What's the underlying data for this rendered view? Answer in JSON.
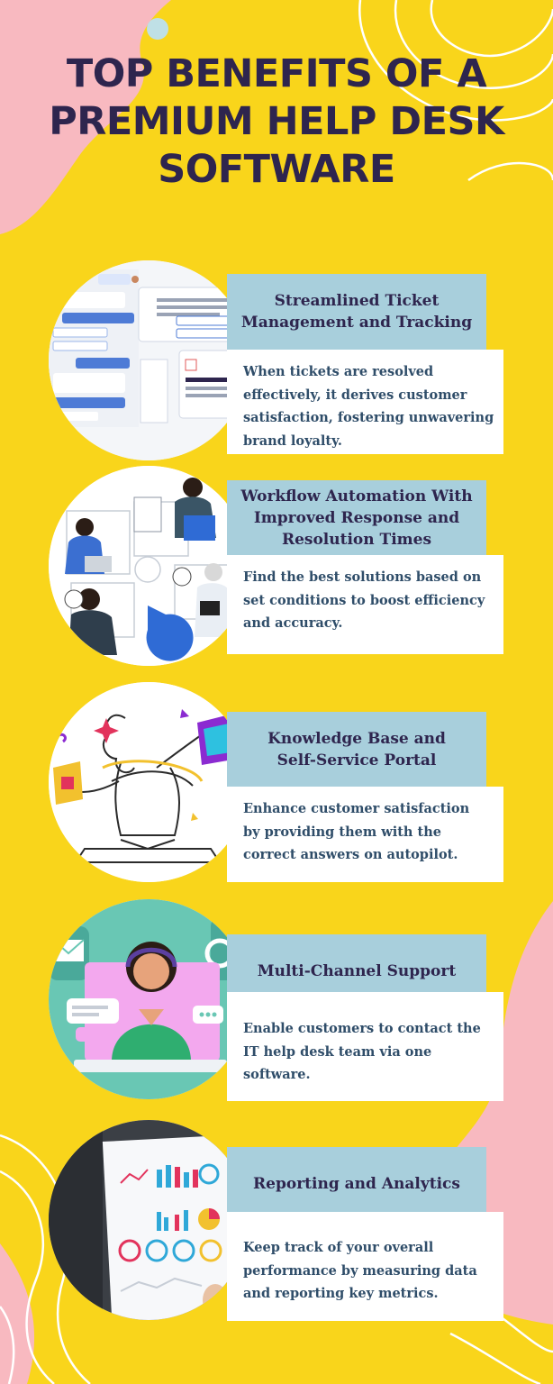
{
  "title": {
    "line1": "TOP BENEFITS OF A",
    "line2": "PREMIUM HELP DESK",
    "line3": "SOFTWARE"
  },
  "colors": {
    "background": "#f9d51b",
    "blob": "#f8b9c0",
    "title": "#2e254e",
    "heading_bg": "#a8cfdc",
    "body_text": "#2f4d69"
  },
  "benefits": [
    {
      "icon": "chat-ticket-screenshot",
      "heading": [
        "Streamlined Ticket",
        "Management and Tracking"
      ],
      "body": [
        "When tickets are resolved",
        "effectively, it derives customer",
        "satisfaction, fostering unwavering",
        "brand loyalty."
      ]
    },
    {
      "icon": "team-workflow-illustration",
      "heading": [
        "Workflow Automation With",
        "Improved Response and",
        "Resolution Times"
      ],
      "body": [
        "Find the best solutions based on",
        "set conditions to boost efficiency",
        "and accuracy."
      ]
    },
    {
      "icon": "knowledge-base-illustration",
      "heading": [
        "Knowledge Base and",
        "Self-Service Portal"
      ],
      "body": [
        "Enhance customer satisfaction",
        "by providing them with the",
        "correct answers on autopilot."
      ]
    },
    {
      "icon": "support-agent-headset-illustration",
      "heading": [
        "Multi-Channel Support"
      ],
      "body": [
        "Enable customers to contact the",
        "IT help desk team via one",
        "software."
      ]
    },
    {
      "icon": "analytics-report-photo",
      "heading": [
        "Reporting and Analytics"
      ],
      "body": [
        "Keep track of your overall",
        "performance by measuring data",
        "and reporting key metrics."
      ]
    }
  ]
}
